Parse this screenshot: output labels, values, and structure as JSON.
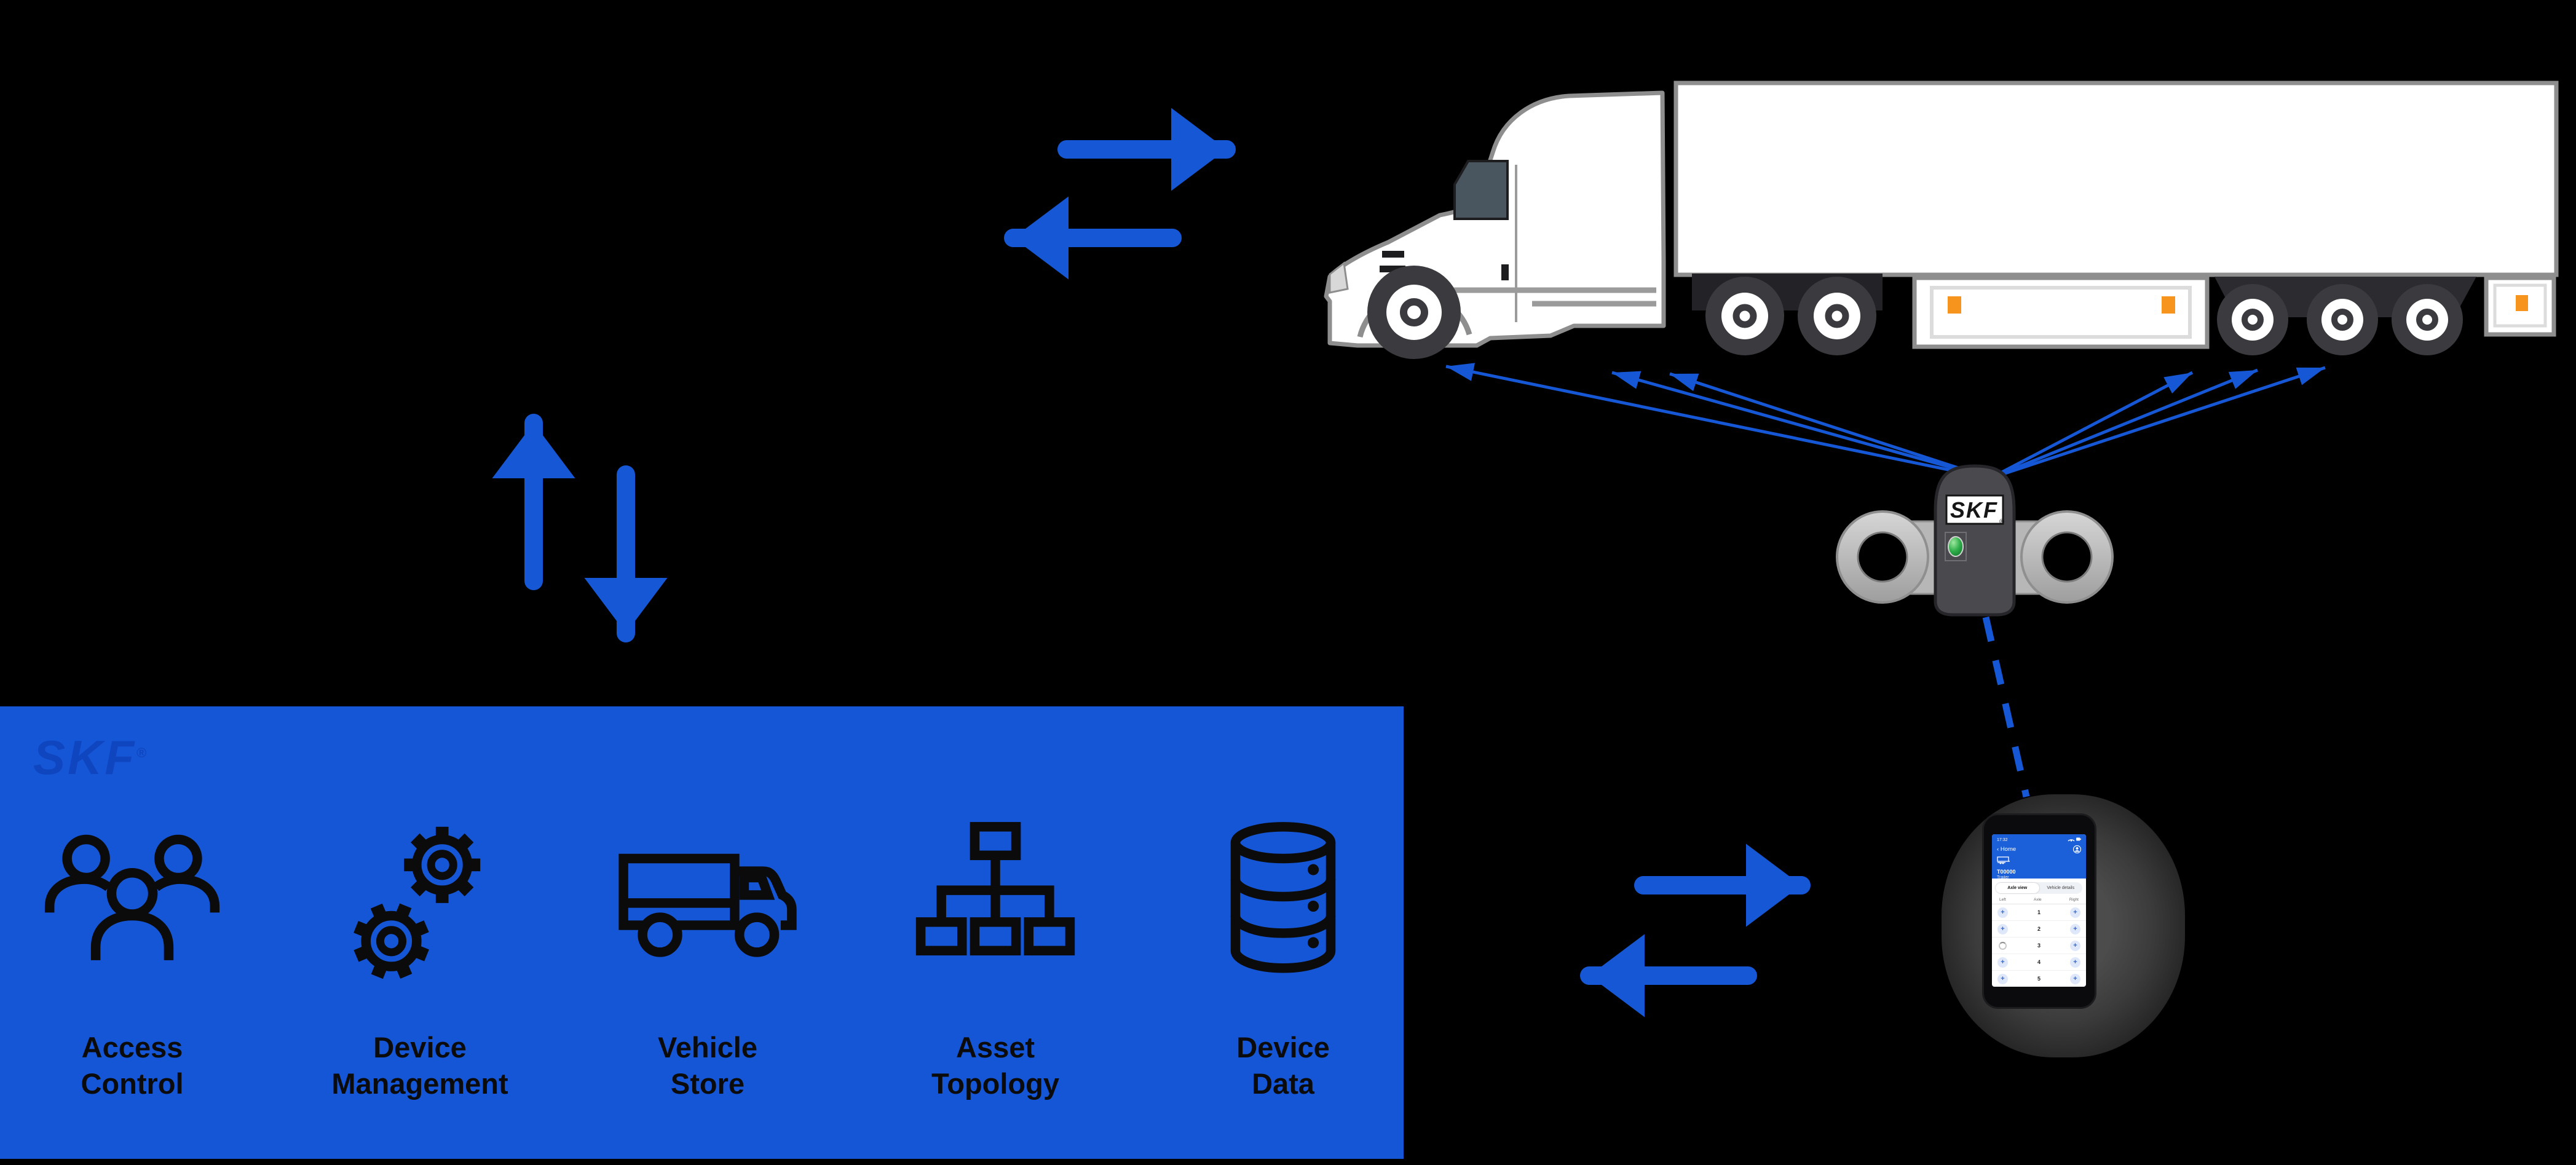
{
  "brand": {
    "logo": "SKF",
    "registered": "®"
  },
  "colors": {
    "accent_blue": "#1556D6",
    "panel_blue": "#1556D6",
    "app_header_blue": "#1B5FD9",
    "marker_orange": "#F7941E",
    "led_green": "#2FAE4A",
    "icon_black": "#0B0B0B"
  },
  "platform_panel": {
    "logo": "SKF",
    "features": [
      {
        "icon": "people-icon",
        "line1": "Access",
        "line2": "Control"
      },
      {
        "icon": "gears-icon",
        "line1": "Device",
        "line2": "Management"
      },
      {
        "icon": "truck-icon",
        "line1": "Vehicle",
        "line2": "Store"
      },
      {
        "icon": "topology-icon",
        "line1": "Asset",
        "line2": "Topology"
      },
      {
        "icon": "database-icon",
        "line1": "Device",
        "line2": "Data"
      }
    ]
  },
  "sensor_device": {
    "logo": "SKF",
    "registered": "®",
    "led": "green-status-led"
  },
  "phone": {
    "status_time": "17:32",
    "back_chevron": "‹",
    "back_label": "Home",
    "vehicle_id": "T00000",
    "vehicle_type": "Trailer",
    "tabs": [
      {
        "label": "Axle view"
      },
      {
        "label": "Vehicle details"
      }
    ],
    "columns": [
      "Left",
      "Axle",
      "Right"
    ],
    "axles": [
      {
        "num": "1",
        "left": "+",
        "right": "+"
      },
      {
        "num": "2",
        "left": "+",
        "right": "+"
      },
      {
        "num": "3",
        "left": "spinner",
        "right": "+"
      },
      {
        "num": "4",
        "left": "+",
        "right": "+"
      },
      {
        "num": "5",
        "left": "+",
        "right": "+"
      }
    ]
  }
}
